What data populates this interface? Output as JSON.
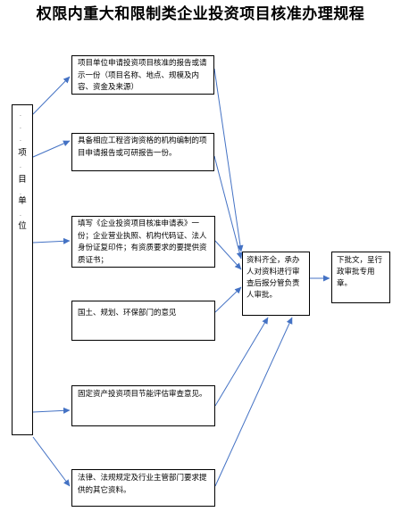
{
  "title": "权限内重大和限制类企业投资项目核准办理规程",
  "applicant": {
    "label": "项目单位",
    "chars": [
      "项",
      "目",
      "单",
      "位"
    ]
  },
  "materials": [
    {
      "id": "m1",
      "text": "项目单位申请投资项目核准的报告或请示一份（项目名称、地点、规模及内容、资金及来源）"
    },
    {
      "id": "m2",
      "text": "具备相应工程咨询资格的机构编制的项目申请报告或可研报告一份。"
    },
    {
      "id": "m3",
      "text": "填写《企业投资项目核准申请表》一份；企业营业执照、机构代码证、法人身份证复印件；有资质要求的要提供资质证书；"
    },
    {
      "id": "m4",
      "text": "国土、规划、环保部门的意见"
    },
    {
      "id": "m5",
      "text": "固定资产投资项目节能评估审查意见。"
    },
    {
      "id": "m6",
      "text": "法律、法规规定及行业主管部门要求提供的其它资料。"
    }
  ],
  "review": {
    "text": "资料齐全，承办人对资料进行审查后报分管负责人审批。"
  },
  "result": {
    "text": "下批文，呈行政审批专用章。"
  },
  "colors": {
    "arrow": "#4472c4",
    "border": "#000000"
  }
}
